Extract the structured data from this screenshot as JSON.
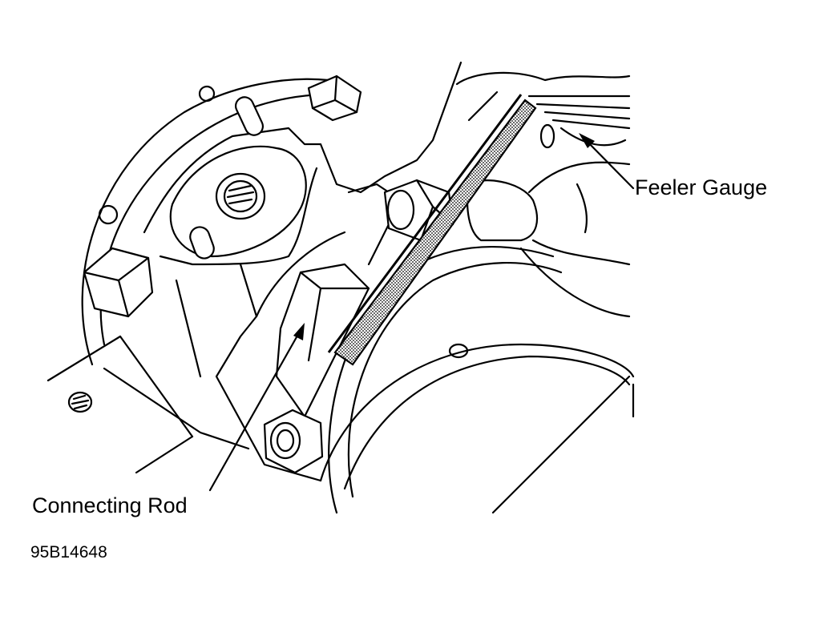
{
  "figure": {
    "labels": {
      "feeler_gauge": "Feeler Gauge",
      "connecting_rod": "Connecting Rod"
    },
    "figure_id": "95B14648"
  }
}
